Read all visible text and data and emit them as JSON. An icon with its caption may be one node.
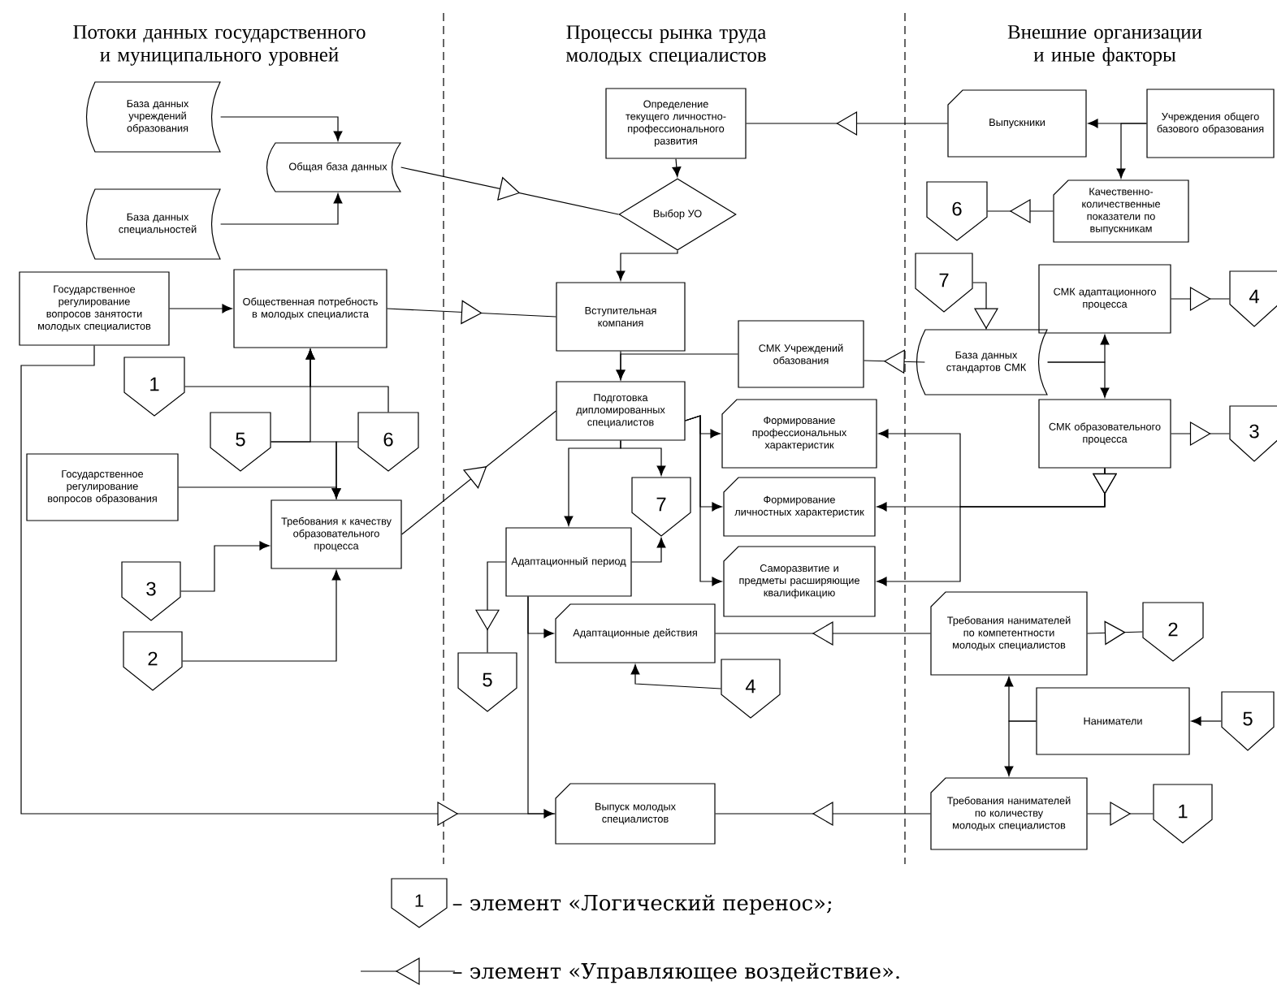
{
  "diagram": {
    "nodes": [
      {
        "text": [
          "База данных учреждений образования"
        ]
      },
      {
        "text": [
          "Общая база данных"
        ]
      },
      {
        "text": [
          "База данных специальностей"
        ]
      },
      {
        "text": [
          "Государственное регулирование вопросов занятости молодых специалистов"
        ]
      },
      {
        "text": [
          "Общественная потребность в молодых специалиста"
        ]
      },
      {
        "text": [
          "1"
        ]
      },
      {
        "text": [
          "5"
        ]
      },
      {
        "text": [
          "6"
        ]
      },
      {
        "text": [
          "Государственное регулирование вопросов образования"
        ]
      },
      {
        "text": [
          "Требования к качеству образовательного процесса"
        ]
      },
      {
        "text": [
          "3"
        ]
      },
      {
        "text": [
          "2"
        ]
      },
      {
        "text": [
          "Определение текущего личностно-профессионального развития"
        ]
      },
      {
        "text": [
          "Выбор УО"
        ]
      },
      {
        "text": [
          "Вступительная компания"
        ]
      },
      {
        "text": [
          "СМК Учреждений обазования"
        ]
      },
      {
        "text": [
          "Подготовка дипломированных специалистов"
        ]
      },
      {
        "text": [
          "Формирование профессиональных характеристик"
        ]
      },
      {
        "text": [
          "7"
        ]
      },
      {
        "text": [
          "Адаптационный период"
        ]
      },
      {
        "text": [
          "Формирование личностных характеристик"
        ]
      },
      {
        "text": [
          "Саморазвитие и предметы расширяющие квалификацию"
        ]
      },
      {
        "text": [
          "5"
        ]
      },
      {
        "text": [
          "Адаптационные действия"
        ]
      },
      {
        "text": [
          "4"
        ]
      },
      {
        "text": [
          "Выпуск молодых специалистов"
        ]
      },
      {
        "text": [
          "Выпускники"
        ]
      },
      {
        "text": [
          "Учреждения общего базового образования"
        ]
      },
      {
        "text": [
          "6"
        ]
      },
      {
        "text": [
          "Качественно-количественные показатели по выпускникам"
        ]
      },
      {
        "text": [
          "7"
        ]
      },
      {
        "text": [
          "СМК адаптационного процесса"
        ]
      },
      {
        "text": [
          "4"
        ]
      },
      {
        "text": [
          "База данных стандартов СМК"
        ]
      },
      {
        "text": [
          "СМК образовательного процесса"
        ]
      },
      {
        "text": [
          "3"
        ]
      },
      {
        "text": [
          "Требования нанимателей по компетентности молодых специалистов"
        ]
      },
      {
        "text": [
          "2"
        ]
      },
      {
        "text": [
          "Наниматели"
        ]
      },
      {
        "text": [
          "5"
        ]
      },
      {
        "text": [
          "Требования нанимателей по количеству молодых специалистов"
        ]
      },
      {
        "text": [
          "1"
        ]
      }
    ],
    "edges": [
      {
        "from": 0,
        "to": 1,
        "arrow": "to"
      },
      {
        "from": 2,
        "to": 1,
        "arrow": "to"
      },
      {
        "from": 1,
        "to": 13,
        "arrow": "to"
      },
      {
        "from": 26,
        "to": 12,
        "arrow": "to"
      },
      {
        "from": 12,
        "to": 13,
        "arrow": "to"
      },
      {
        "from": 13,
        "to": 14,
        "arrow": "to"
      },
      {
        "from": 3,
        "to": 4,
        "arrow": "to"
      },
      {
        "from": 4,
        "to": 14,
        "arrow": "to"
      },
      {
        "from": 5,
        "to": 4,
        "arrow": "to"
      },
      {
        "from": 6,
        "to": 4,
        "arrow": "to"
      },
      {
        "from": 7,
        "to": 4,
        "arrow": "to"
      },
      {
        "from": 6,
        "to": 9,
        "arrow": "to"
      },
      {
        "from": 7,
        "to": 9,
        "arrow": "to"
      },
      {
        "from": 8,
        "to": 9,
        "arrow": "to"
      },
      {
        "from": 10,
        "to": 9,
        "arrow": "to"
      },
      {
        "from": 11,
        "to": 9,
        "arrow": "to"
      },
      {
        "from": 9,
        "to": 16,
        "arrow": "to"
      },
      {
        "from": 3,
        "to": 25,
        "arrow": "to"
      },
      {
        "from": 14,
        "to": 16,
        "arrow": "to"
      },
      {
        "from": 15,
        "to": 16,
        "arrow": "to"
      },
      {
        "from": 33,
        "to": 15,
        "arrow": "to"
      },
      {
        "from": 16,
        "to": 17,
        "arrow": "to"
      },
      {
        "from": 16,
        "to": 20,
        "arrow": "to"
      },
      {
        "from": 16,
        "to": 21,
        "arrow": "to"
      },
      {
        "from": 16,
        "to": 19,
        "arrow": "to"
      },
      {
        "from": 16,
        "to": 18,
        "arrow": "to"
      },
      {
        "from": 19,
        "to": 18,
        "arrow": "to"
      },
      {
        "from": 19,
        "to": 22,
        "arrow": "to"
      },
      {
        "from": 19,
        "to": 23,
        "arrow": "to"
      },
      {
        "from": 19,
        "to": 25,
        "arrow": "to"
      },
      {
        "from": 24,
        "to": 23,
        "arrow": "to"
      },
      {
        "from": 36,
        "to": 23,
        "arrow": "to"
      },
      {
        "from": 40,
        "to": 25,
        "arrow": "to"
      },
      {
        "from": 27,
        "to": 26,
        "arrow": "to"
      },
      {
        "from": 27,
        "to": 29,
        "arrow": "to"
      },
      {
        "from": 29,
        "to": 28,
        "arrow": "to"
      },
      {
        "from": 30,
        "to": 33,
        "arrow": "to"
      },
      {
        "from": 33,
        "to": 31,
        "arrow": "to"
      },
      {
        "from": 33,
        "to": 34,
        "arrow": "to"
      },
      {
        "from": 31,
        "to": 32,
        "arrow": "to"
      },
      {
        "from": 34,
        "to": 35,
        "arrow": "to"
      },
      {
        "from": 34,
        "to": 17,
        "arrow": "to"
      },
      {
        "from": 34,
        "to": 20,
        "arrow": "to"
      },
      {
        "from": 34,
        "to": 21,
        "arrow": "to"
      },
      {
        "from": 38,
        "to": 36,
        "arrow": "to"
      },
      {
        "from": 38,
        "to": 40,
        "arrow": "to"
      },
      {
        "from": 39,
        "to": 38,
        "arrow": "to"
      },
      {
        "from": 36,
        "to": 37,
        "arrow": "to"
      },
      {
        "from": 40,
        "to": 41,
        "arrow": "to"
      }
    ],
    "labels": [
      "Потоки данных государственного и муниципального уровней",
      "Процессы рынка труда молодых специалистов",
      "Внешние организации и иные факторы",
      "1"
    ],
    "legend": [
      {
        "text": "– элемент «Логический перенос»;"
      },
      {
        "text": "– элемент «Управляющее воздействие»."
      }
    ]
  }
}
